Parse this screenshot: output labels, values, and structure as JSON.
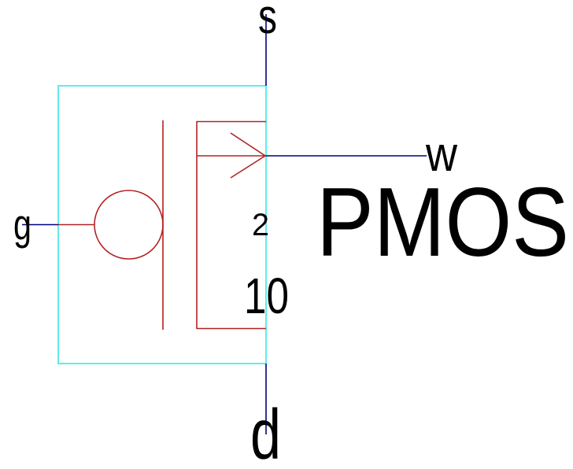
{
  "device": {
    "label": "PMOS",
    "width_value": "10",
    "length_value": "2"
  },
  "pins": {
    "source": {
      "label": "s"
    },
    "drain": {
      "label": "d"
    },
    "gate": {
      "label": "g"
    },
    "well": {
      "label": "w"
    }
  },
  "colors": {
    "symbol": "#b22222",
    "wire": "#000080",
    "selection": "#5feced",
    "text": "#000000",
    "background": "#ffffff"
  }
}
